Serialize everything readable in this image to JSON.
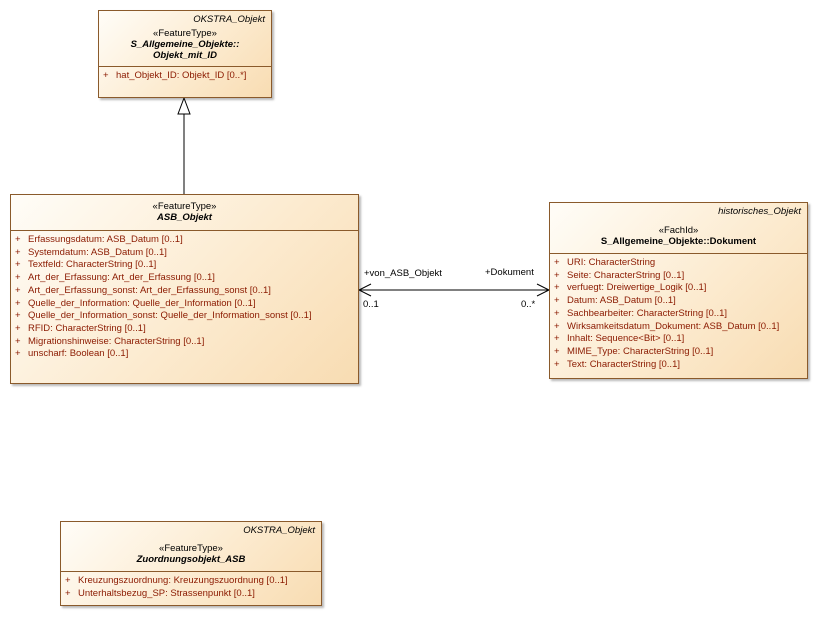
{
  "classes": {
    "objekt_mit_id": {
      "package": "OKSTRA_Objekt",
      "stereotype": "«FeatureType»",
      "name_line1": "S_Allgemeine_Objekte::",
      "name_line2": "Objekt_mit_ID",
      "attributes": [
        {
          "vis": "+",
          "text": "hat_Objekt_ID: Objekt_ID [0..*]"
        }
      ]
    },
    "asb_objekt": {
      "stereotype": "«FeatureType»",
      "name": "ASB_Objekt",
      "attributes": [
        {
          "vis": "+",
          "text": "Erfassungsdatum: ASB_Datum [0..1]"
        },
        {
          "vis": "+",
          "text": "Systemdatum: ASB_Datum [0..1]"
        },
        {
          "vis": "+",
          "text": "Textfeld: CharacterString [0..1]"
        },
        {
          "vis": "+",
          "text": "Art_der_Erfassung: Art_der_Erfassung [0..1]"
        },
        {
          "vis": "+",
          "text": "Art_der_Erfassung_sonst: Art_der_Erfassung_sonst [0..1]"
        },
        {
          "vis": "+",
          "text": "Quelle_der_Information: Quelle_der_Information [0..1]"
        },
        {
          "vis": "+",
          "text": "Quelle_der_Information_sonst: Quelle_der_Information_sonst [0..1]"
        },
        {
          "vis": "+",
          "text": "RFID: CharacterString [0..1]"
        },
        {
          "vis": "+",
          "text": "Migrationshinweise: CharacterString [0..1]"
        },
        {
          "vis": "+",
          "text": "unscharf: Boolean [0..1]"
        }
      ]
    },
    "dokument": {
      "package": "historisches_Objekt",
      "stereotype": "«FachId»",
      "name": "S_Allgemeine_Objekte::Dokument",
      "attributes": [
        {
          "vis": "+",
          "text": "URI: CharacterString"
        },
        {
          "vis": "+",
          "text": "Seite: CharacterString [0..1]"
        },
        {
          "vis": "+",
          "text": "verfuegt: Dreiwertige_Logik [0..1]"
        },
        {
          "vis": "+",
          "text": "Datum: ASB_Datum [0..1]"
        },
        {
          "vis": "+",
          "text": "Sachbearbeiter: CharacterString [0..1]"
        },
        {
          "vis": "+",
          "text": "Wirksamkeitsdatum_Dokument: ASB_Datum [0..1]"
        },
        {
          "vis": "+",
          "text": "Inhalt: Sequence<Bit> [0..1]"
        },
        {
          "vis": "+",
          "text": "MIME_Type: CharacterString [0..1]"
        },
        {
          "vis": "+",
          "text": "Text: CharacterString [0..1]"
        }
      ]
    },
    "zuordnungsobjekt": {
      "package": "OKSTRA_Objekt",
      "stereotype": "«FeatureType»",
      "name": "Zuordnungsobjekt_ASB",
      "attributes": [
        {
          "vis": "+",
          "text": "Kreuzungszuordnung: Kreuzungszuordnung [0..1]"
        },
        {
          "vis": "+",
          "text": "Unterhaltsbezug_SP: Strassenpunkt [0..1]"
        }
      ]
    }
  },
  "association": {
    "source_role": "+von_ASB_Objekt",
    "source_multiplicity": "0..1",
    "target_role": "+Dokument",
    "target_multiplicity": "0..*"
  },
  "colors": {
    "border": "#8a5a2b",
    "attribute_text": "#8b1a00",
    "fill_light": "#fffdf8",
    "fill_dark": "#f8dcb2"
  }
}
